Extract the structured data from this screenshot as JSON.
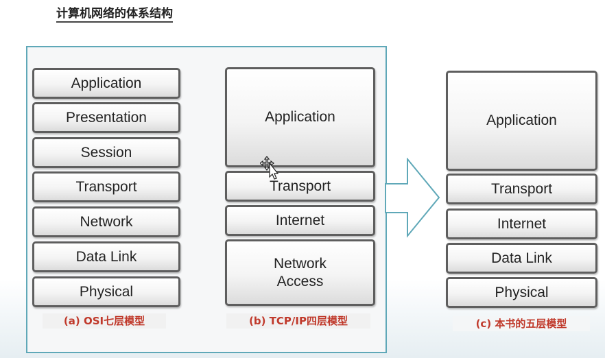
{
  "title": "计算机网络的体系结构",
  "osi": {
    "caption": "(a) OSI七层模型",
    "layers": [
      "Application",
      "Presentation",
      "Session",
      "Transport",
      "Network",
      "Data Link",
      "Physical"
    ]
  },
  "tcpip": {
    "caption": "(b) TCP/IP四层模型",
    "layers": [
      "Application",
      "Transport",
      "Internet",
      "Network\nAccess"
    ]
  },
  "five": {
    "caption": "(c) 本书的五层模型",
    "layers": [
      "Application",
      "Transport",
      "Internet",
      "Data Link",
      "Physical"
    ]
  },
  "colors": {
    "frame": "#5fa8b8",
    "caption": "#c0392b",
    "layer_border": "#5e5e5e"
  }
}
